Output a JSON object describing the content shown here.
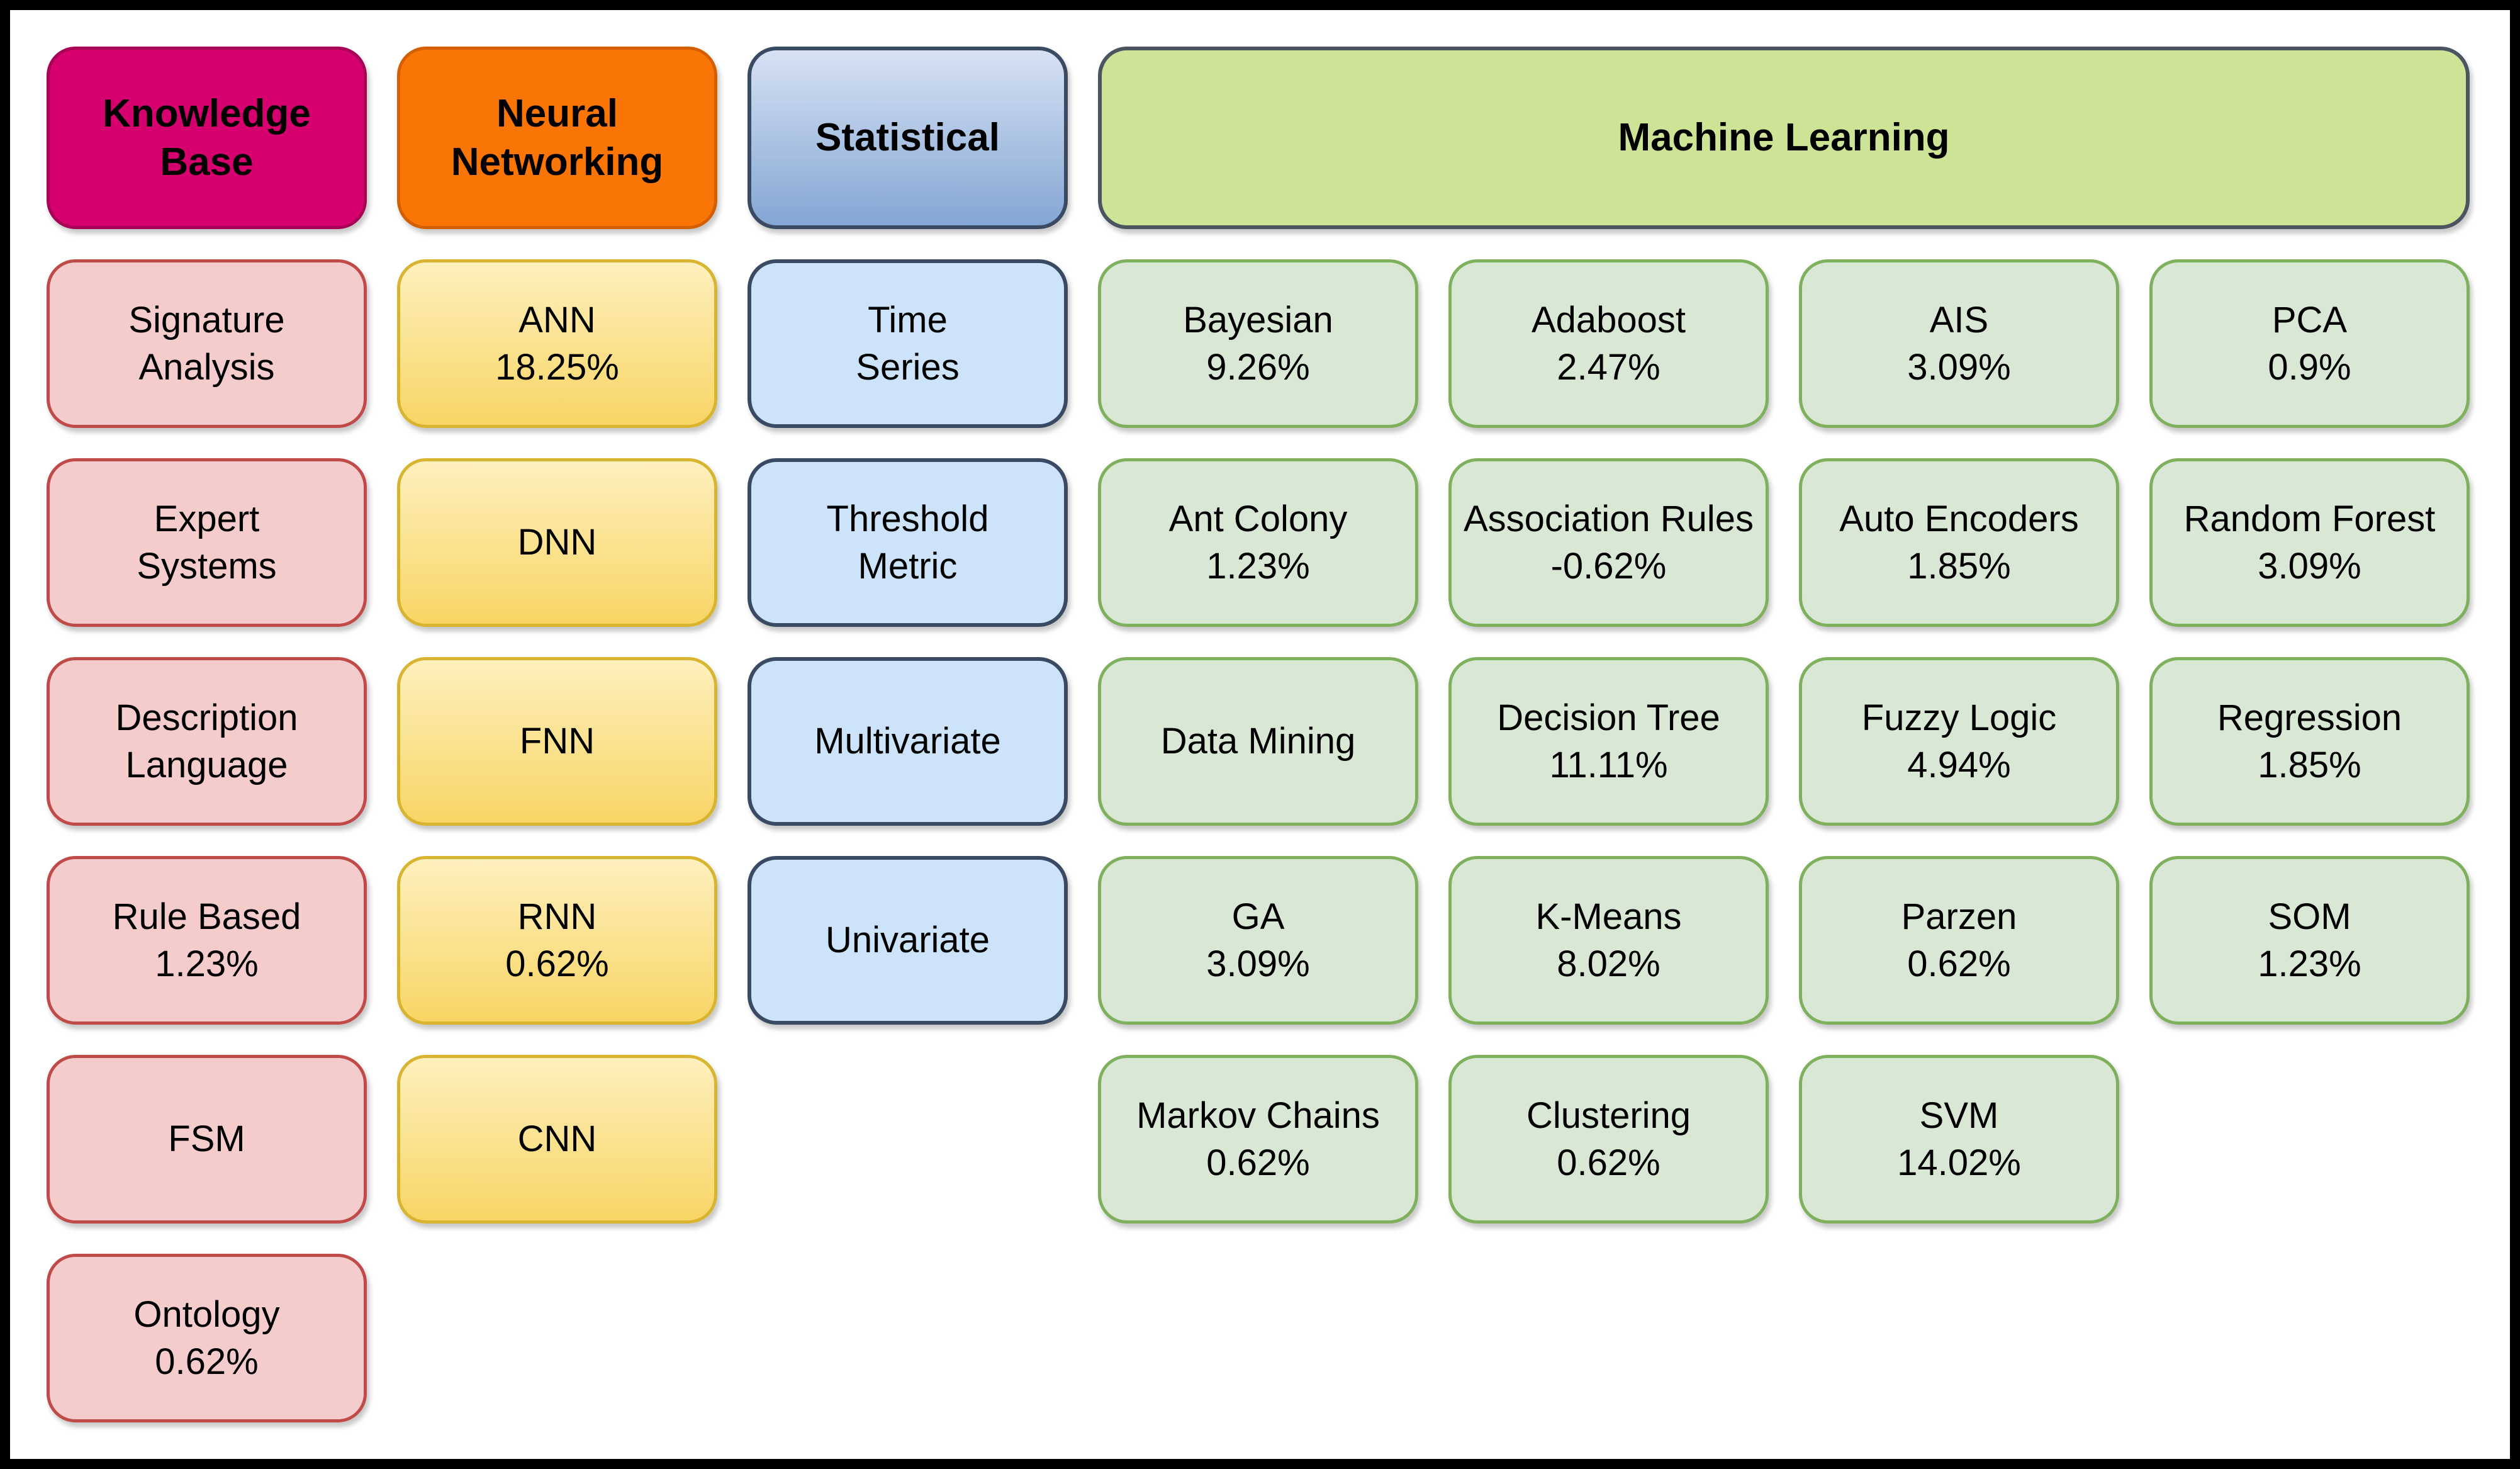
{
  "diagram": {
    "columns": [
      {
        "key": "knowledge-base",
        "header": "Knowledge Base",
        "cells": [
          {
            "label": "Signature\nAnalysis",
            "value": ""
          },
          {
            "label": "Expert\nSystems",
            "value": ""
          },
          {
            "label": "Description\nLanguage",
            "value": ""
          },
          {
            "label": "Rule Based",
            "value": "1.23%"
          },
          {
            "label": "FSM",
            "value": ""
          },
          {
            "label": "Ontology",
            "value": "0.62%"
          }
        ]
      },
      {
        "key": "neural-networking",
        "header": "Neural\nNetworking",
        "cells": [
          {
            "label": "ANN",
            "value": "18.25%"
          },
          {
            "label": "DNN",
            "value": ""
          },
          {
            "label": "FNN",
            "value": ""
          },
          {
            "label": "RNN",
            "value": "0.62%"
          },
          {
            "label": "CNN",
            "value": ""
          }
        ]
      },
      {
        "key": "statistical",
        "header": "Statistical",
        "cells": [
          {
            "label": "Time\nSeries",
            "value": ""
          },
          {
            "label": "Threshold\nMetric",
            "value": ""
          },
          {
            "label": "Multivariate",
            "value": ""
          },
          {
            "label": "Univariate",
            "value": ""
          }
        ]
      },
      {
        "key": "machine-learning",
        "header": "Machine Learning",
        "subcolumns": [
          {
            "cells": [
              {
                "label": "Bayesian",
                "value": "9.26%"
              },
              {
                "label": "Ant Colony",
                "value": "1.23%"
              },
              {
                "label": "Data Mining",
                "value": ""
              },
              {
                "label": "GA",
                "value": "3.09%"
              },
              {
                "label": "Markov Chains",
                "value": "0.62%"
              }
            ]
          },
          {
            "cells": [
              {
                "label": "Adaboost",
                "value": "2.47%"
              },
              {
                "label": "Association Rules",
                "value": "-0.62%"
              },
              {
                "label": "Decision Tree",
                "value": "11.11%"
              },
              {
                "label": "K-Means",
                "value": "8.02%"
              },
              {
                "label": "Clustering",
                "value": "0.62%"
              }
            ]
          },
          {
            "cells": [
              {
                "label": "AIS",
                "value": "3.09%"
              },
              {
                "label": "Auto Encoders",
                "value": "1.85%"
              },
              {
                "label": "Fuzzy Logic",
                "value": "4.94%"
              },
              {
                "label": "Parzen",
                "value": "0.62%"
              },
              {
                "label": "SVM",
                "value": "14.02%"
              }
            ]
          },
          {
            "cells": [
              {
                "label": "PCA",
                "value": "0.9%"
              },
              {
                "label": "Random Forest",
                "value": "3.09%"
              },
              {
                "label": "Regression",
                "value": "1.85%"
              },
              {
                "label": "SOM",
                "value": "1.23%"
              }
            ]
          }
        ]
      }
    ],
    "colors": {
      "knowledge_base_header_fill": "#d6006e",
      "knowledge_base_header_border": "#a80057",
      "knowledge_base_cell_fill": "#f4cccb",
      "knowledge_base_cell_border": "#c04a48",
      "neural_header_fill": "#f97506",
      "neural_header_border": "#d45f00",
      "neural_cell_fill_top": "#fef0be",
      "neural_cell_fill_bottom": "#f8d564",
      "neural_cell_border": "#d9b430",
      "statistical_header_fill_top": "#d6e2f3",
      "statistical_header_fill_bottom": "#84a6d4",
      "statistical_border": "#3a4a63",
      "statistical_cell_fill": "#cce3fa",
      "machine_learning_header_fill": "#cde396",
      "machine_learning_header_border": "#4a5560",
      "machine_learning_cell_fill": "#d9e8d4",
      "machine_learning_cell_border": "#7eb05e",
      "frame_border": "#000000",
      "text": "#000000"
    }
  }
}
